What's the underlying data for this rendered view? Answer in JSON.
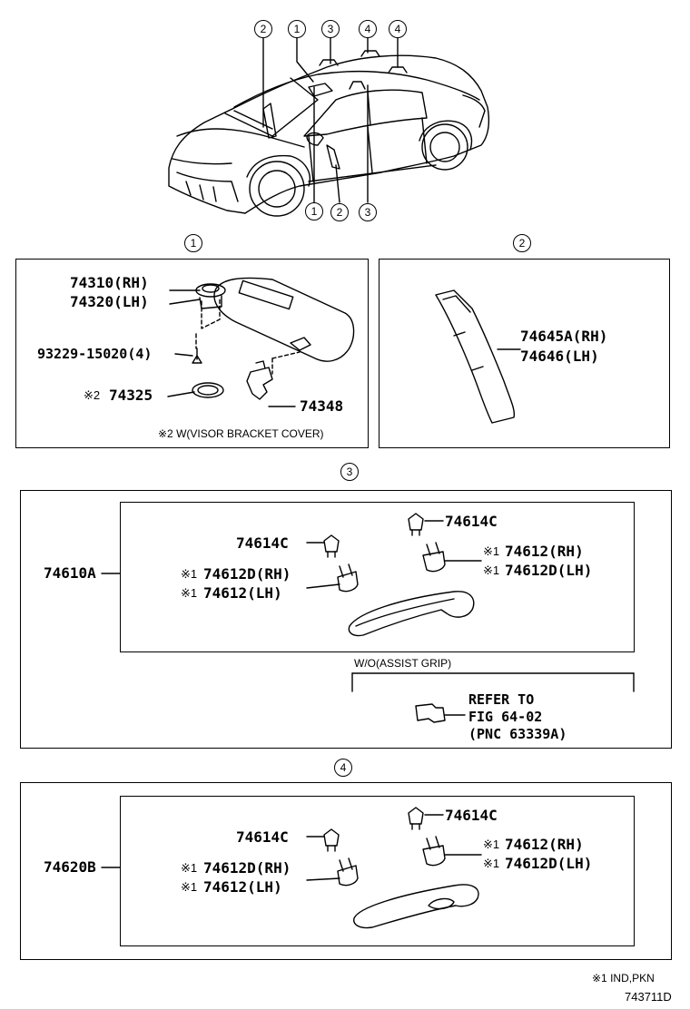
{
  "callouts": {
    "c1": "1",
    "c2": "2",
    "c3": "3",
    "c4": "4"
  },
  "panel1": {
    "p_rh": "74310(RH)",
    "p_lh": "74320(LH)",
    "screw": "93229-15020(4)",
    "cover_mark": "※2",
    "cover": "74325",
    "clip": "74348",
    "note": "※2 W(VISOR BRACKET COVER)"
  },
  "panel2": {
    "p_rh": "74645A(RH)",
    "p_lh": "74646(LH)"
  },
  "panel3": {
    "assembly": "74610A",
    "clip_left": "74614C",
    "clip_right": "74614C",
    "mark": "※1",
    "right_rh": "74612(RH)",
    "right_lh": "74612D(LH)",
    "left_rh": "74612D(RH)",
    "left_lh": "74612(LH)",
    "wo_label": "W/O(ASSIST GRIP)",
    "refer1": "REFER TO",
    "refer2": "FIG 64-02",
    "refer3": "(PNC 63339A)"
  },
  "panel4": {
    "assembly": "74620B",
    "clip_left": "74614C",
    "clip_right": "74614C",
    "mark": "※1",
    "right_rh": "74612(RH)",
    "right_lh": "74612D(LH)",
    "left_rh": "74612D(RH)",
    "left_lh": "74612(LH)"
  },
  "footer": {
    "note": "※1 IND,PKN",
    "figure_id": "743711D"
  }
}
